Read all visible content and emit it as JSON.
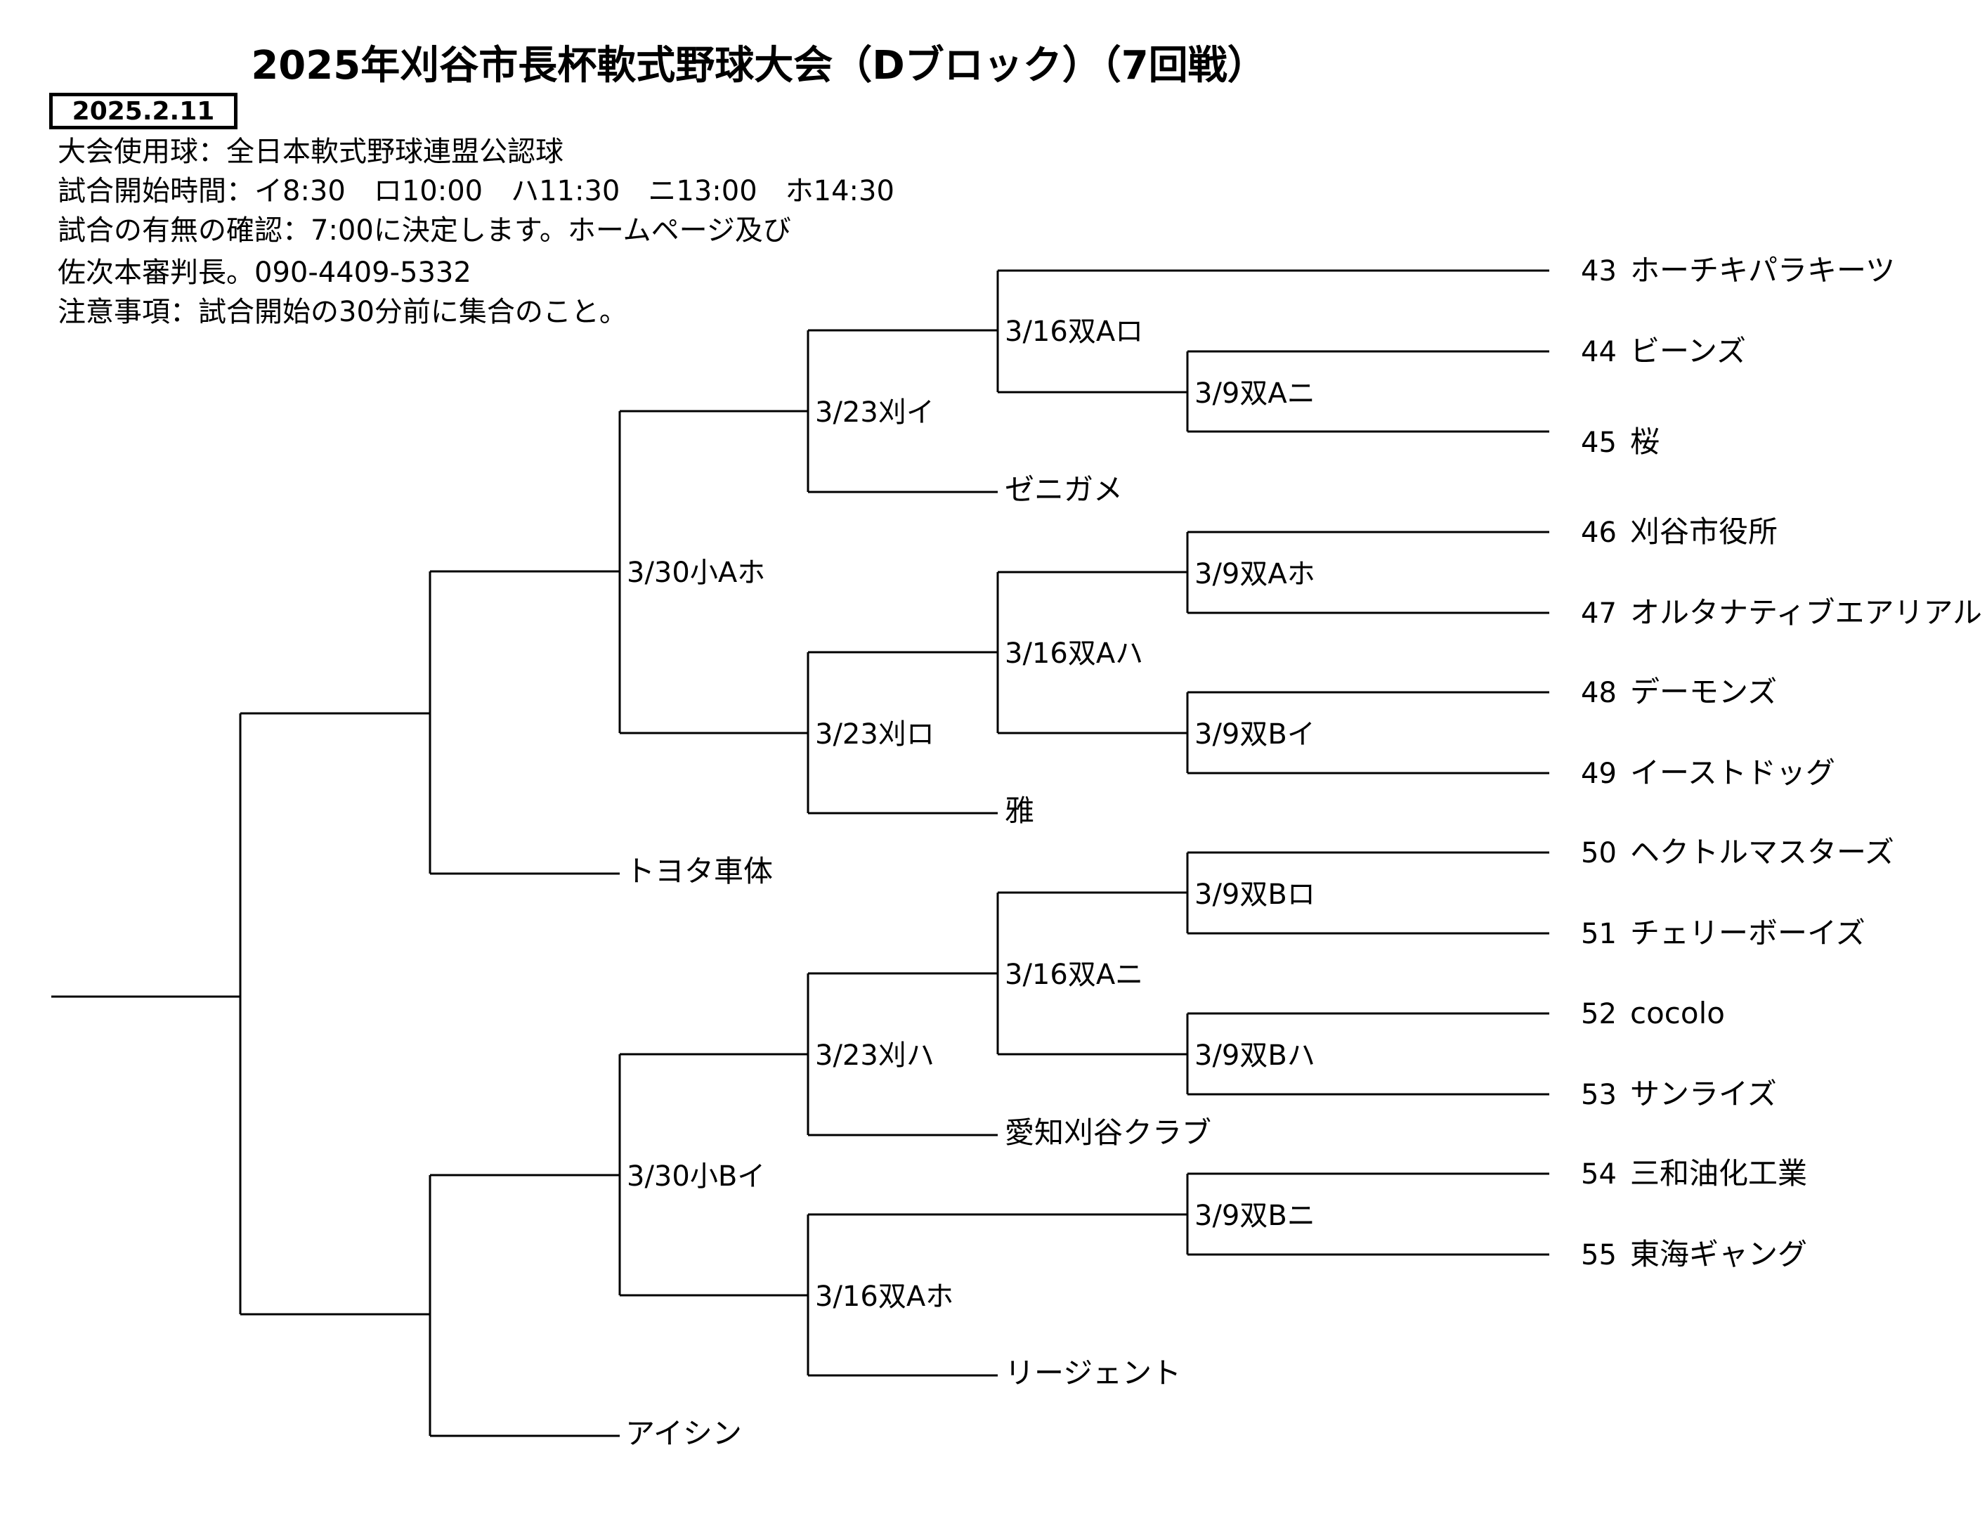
{
  "header": {
    "title": "2025年刈谷市長杯軟式野球大会（Dブロック）（7回戦）",
    "date": "2025.2.11",
    "notes": [
      "大会使用球：全日本軟式野球連盟公認球",
      "試合開始時間：イ8:30　ロ10:00　ハ11:30　ニ13:00　ホ14:30",
      "試合の有無の確認：7:00に決定します。ホームページ及び",
      "佐次本審判長。090-4409-5332",
      "注意事項：試合開始の30分前に集合のこと。"
    ]
  },
  "entrants": [
    {
      "no": "43",
      "name": "ホーチキパラキーツ"
    },
    {
      "no": "44",
      "name": "ビーンズ"
    },
    {
      "no": "45",
      "name": "桜"
    },
    {
      "no": "46",
      "name": "刈谷市役所"
    },
    {
      "no": "47",
      "name": "オルタナティブエアリアル"
    },
    {
      "no": "48",
      "name": "デーモンズ"
    },
    {
      "no": "49",
      "name": "イーストドッグ"
    },
    {
      "no": "50",
      "name": "ヘクトルマスターズ"
    },
    {
      "no": "51",
      "name": "チェリーボーイズ"
    },
    {
      "no": "52",
      "name": "cocolo"
    },
    {
      "no": "53",
      "name": "サンライズ"
    },
    {
      "no": "54",
      "name": "三和油化工業"
    },
    {
      "no": "55",
      "name": "東海ギャング"
    }
  ],
  "seeded_teams": [
    "ゼニガメ",
    "雅",
    "トヨタ車体",
    "愛知刈谷クラブ",
    "リージェント",
    "アイシン"
  ],
  "matches": [
    "3/9双Aニ",
    "3/9双Aホ",
    "3/9双Bイ",
    "3/9双Bロ",
    "3/9双Bハ",
    "3/9双Bニ",
    "3/16双Aロ",
    "3/16双Aハ",
    "3/16双Aニ",
    "3/16双Aホ",
    "3/23刈イ",
    "3/23刈ロ",
    "3/23刈ハ",
    "3/30小Aホ",
    "3/30小Bイ"
  ]
}
